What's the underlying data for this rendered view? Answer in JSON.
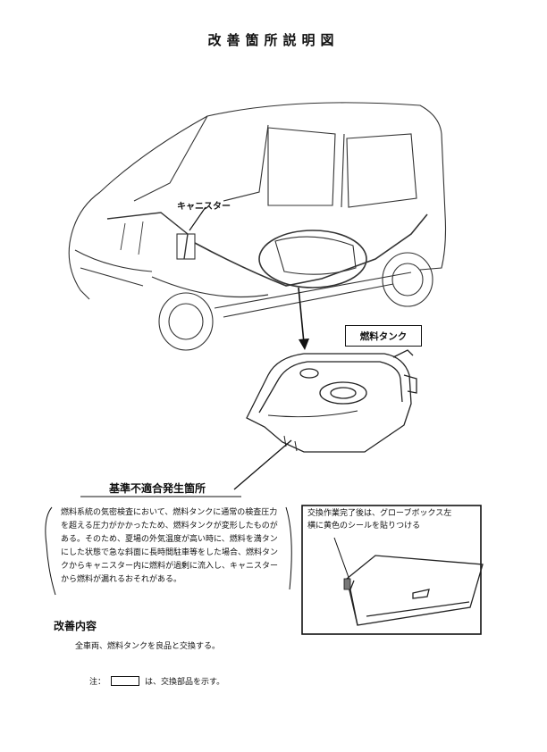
{
  "page": {
    "title": "改善箇所説明図",
    "labels": {
      "canister": "キャニスター",
      "fuel_tank": "燃料タンク",
      "defect_location": "基準不適合発生箇所"
    },
    "defect_description": "燃料系統の気密検査において、燃料タンクに通常の検査圧力を超える圧力がかかったため、燃料タンクが変形したものがある。そのため、夏場の外気温度が高い時に、燃料を満タンにした状態で急な斜面に長時間駐車等をした場合、燃料タンクからキャニスター内に燃料が過剰に流入し、キャニスターから燃料が漏れるおそれがある。",
    "action_note": "交換作業完了後は、グローブボックス左横に黄色のシールを貼りつける",
    "improvement": {
      "heading": "改善内容",
      "text": "全車両、燃料タンクを良品と交換する。"
    },
    "footnote": {
      "prefix": "注：",
      "suffix": "は、交換部品を示す。"
    }
  }
}
